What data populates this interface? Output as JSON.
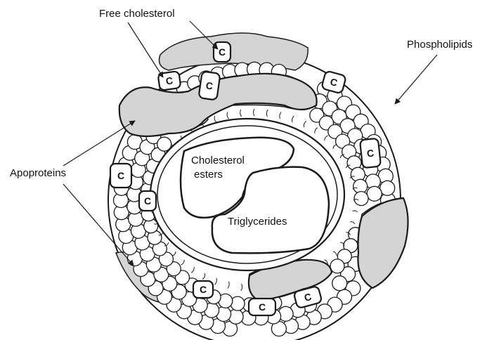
{
  "labels": {
    "free_cholesterol": "Free cholesterol",
    "phospholipids": "Phospholipids",
    "apoproteins": "Apoproteins",
    "cholesterol_esters_line1": "Cholesterol",
    "cholesterol_esters_line2": "esters",
    "triglycerides": "Triglycerides"
  },
  "cholesterol_marker": "C",
  "colors": {
    "ink": "#1a1a1a",
    "apoprotein_fill": "#d4d4d4",
    "paper": "#ffffff"
  }
}
